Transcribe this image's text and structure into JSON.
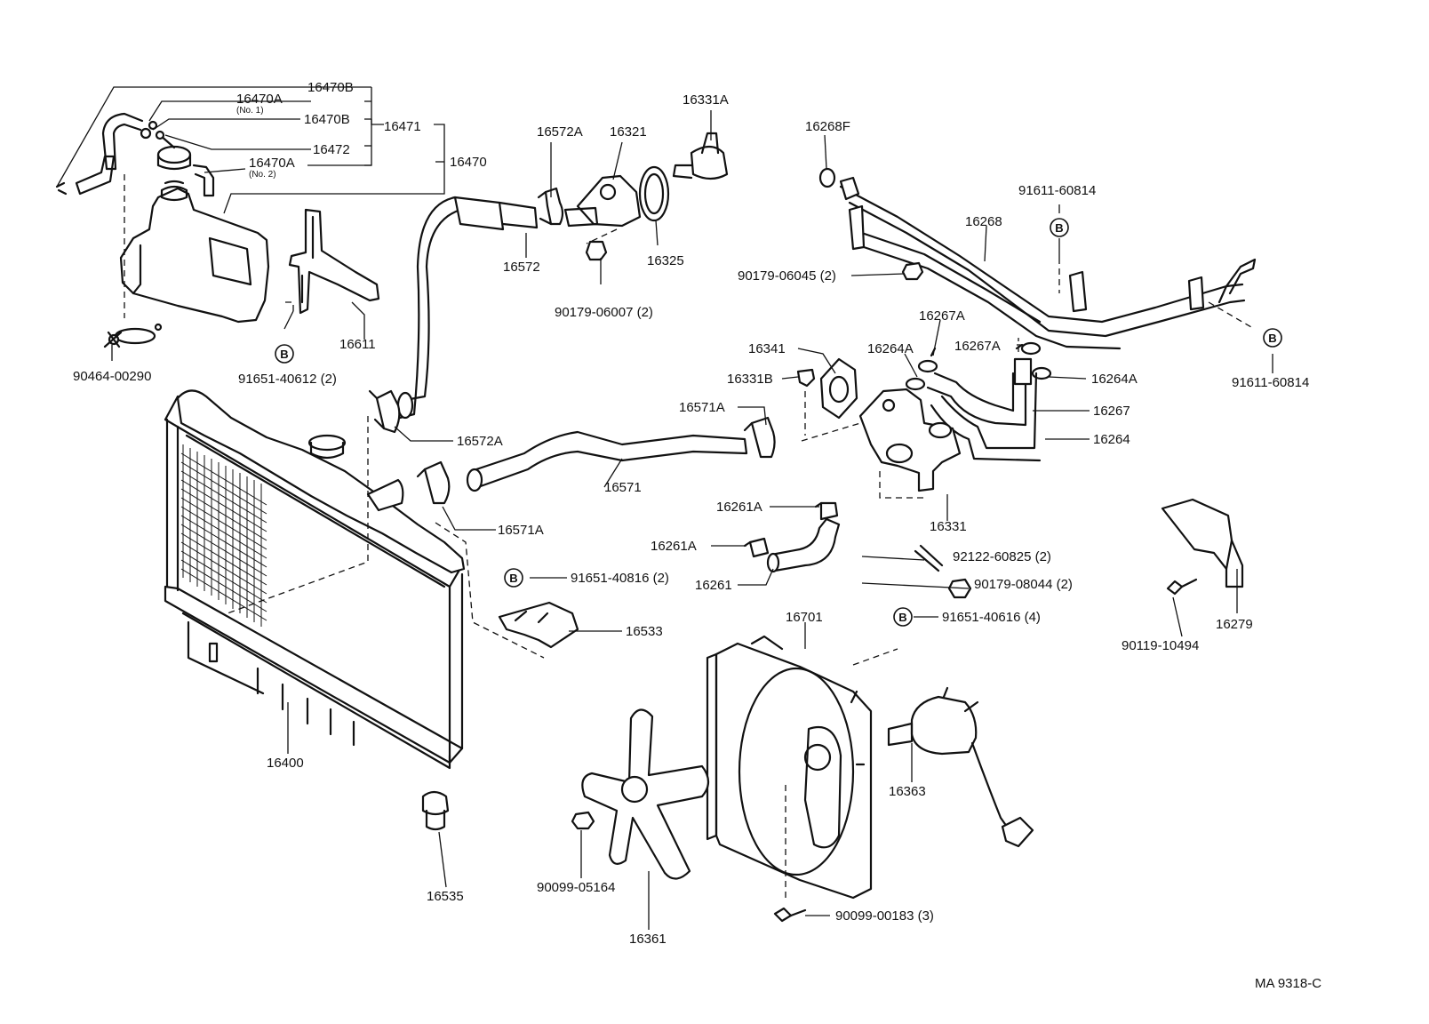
{
  "drawing_code": "MA 9318-C",
  "bolt_marker": "B",
  "labels": {
    "p16470B_top": "16470B",
    "p16470A_no1": "16470A",
    "p16470A_no1_note": "(No. 1)",
    "p16470B_mid": "16470B",
    "p16471": "16471",
    "p16472": "16472",
    "p16470A_no2": "16470A",
    "p16470A_no2_note": "(No. 2)",
    "p16470": "16470",
    "p90464": "90464-00290",
    "p16611": "16611",
    "p91651_40612": "91651-40612 (2)",
    "p16572A_top": "16572A",
    "p16321": "16321",
    "p16331A": "16331A",
    "p16572": "16572",
    "p16325": "16325",
    "p90179_06007": "90179-06007 (2)",
    "p16268F": "16268F",
    "p91611_60814_top": "91611-60814",
    "p16268": "16268",
    "p90179_06045": "90179-06045 (2)",
    "p16267A_top": "16267A",
    "p16341": "16341",
    "p16264A_left": "16264A",
    "p16267A_mid": "16267A",
    "p16331B": "16331B",
    "p16264A_right": "16264A",
    "p91611_60814_right": "91611-60814",
    "p16571A_top": "16571A",
    "p16267": "16267",
    "p16264": "16264",
    "p16572A_low": "16572A",
    "p16571": "16571",
    "p16331": "16331",
    "p16571A_low": "16571A",
    "p16261A_top": "16261A",
    "p16261A_low": "16261A",
    "p16261": "16261",
    "p92122": "92122-60825 (2)",
    "p90179_08044": "90179-08044 (2)",
    "p91651_40816": "91651-40816 (2)",
    "p16533": "16533",
    "p16701": "16701",
    "p91651_40616": "91651-40616 (4)",
    "p16279": "16279",
    "p90119": "90119-10494",
    "p16400": "16400",
    "p16363": "16363",
    "p16535": "16535",
    "p90099_05164": "90099-05164",
    "p90099_00183": "90099-00183 (3)",
    "p16361": "16361"
  }
}
